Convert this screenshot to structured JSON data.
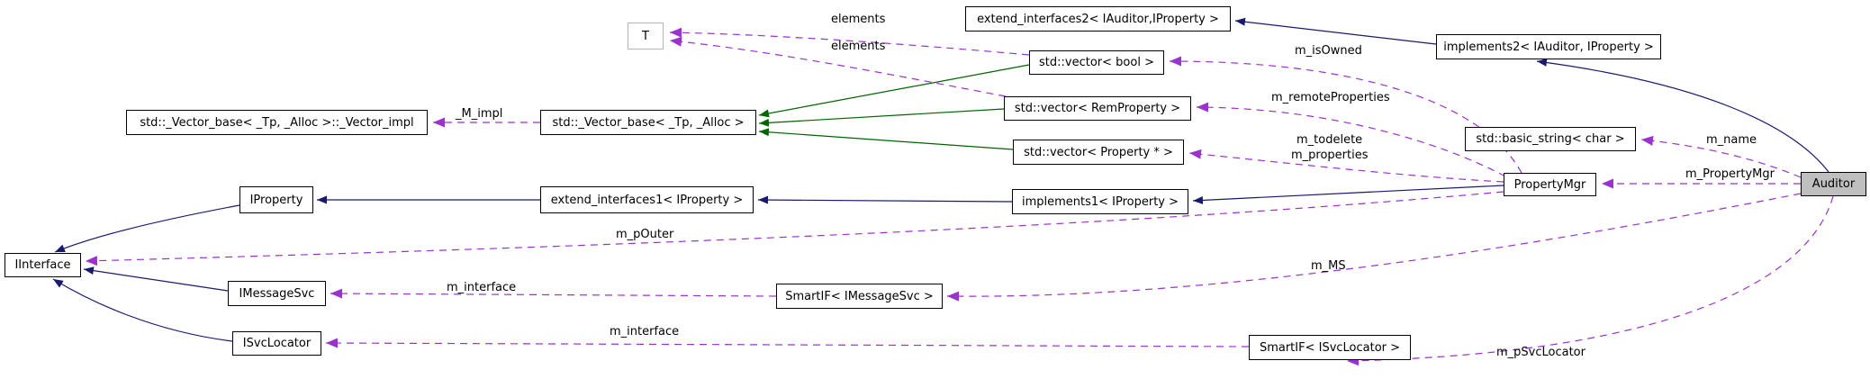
{
  "diagram": {
    "title": "Auditor collaboration diagram",
    "colors": {
      "inheritance": "#191970",
      "protected_inheritance": "#006400",
      "usage": "#9a32cd",
      "node_border": "#000000",
      "node_fill": "#ffffff",
      "current_node_fill": "#bfbfbf",
      "template_node_border": "#b4b4b4",
      "background": "#ffffff"
    },
    "nodes": {
      "t": {
        "label": "T"
      },
      "extend_interfaces2": {
        "label": "extend_interfaces2< IAuditor,IProperty >"
      },
      "implements2": {
        "label": "implements2< IAuditor, IProperty >"
      },
      "vector_bool": {
        "label": "std::vector< bool >"
      },
      "vector_base_impl": {
        "label": "std::_Vector_base< _Tp, _Alloc >::_Vector_impl"
      },
      "vector_base": {
        "label": "std::_Vector_base< _Tp, _Alloc >"
      },
      "vector_remproperty": {
        "label": "std::vector< RemProperty >"
      },
      "vector_property_ptr": {
        "label": "std::vector< Property * >"
      },
      "basic_string": {
        "label": "std::basic_string< char >"
      },
      "iproperty": {
        "label": "IProperty"
      },
      "extend_interfaces1": {
        "label": "extend_interfaces1< IProperty >"
      },
      "implements1": {
        "label": "implements1< IProperty >"
      },
      "propertymgr": {
        "label": "PropertyMgr"
      },
      "auditor": {
        "label": "Auditor"
      },
      "iinterface": {
        "label": "IInterface"
      },
      "imessagesvc": {
        "label": "IMessageSvc"
      },
      "smartif_imessagesvc": {
        "label": "SmartIF< IMessageSvc >"
      },
      "isvclocator": {
        "label": "ISvcLocator"
      },
      "smartif_isvclocator": {
        "label": "SmartIF< ISvcLocator >"
      }
    },
    "edge_labels": {
      "elements_bool": "elements",
      "elements_remproperty": "elements",
      "m_impl": "_M_impl",
      "m_isOwned": "m_isOwned",
      "m_remoteProperties": "m_remoteProperties",
      "m_todelete": "m_todelete",
      "m_properties": "m_properties",
      "m_name": "m_name",
      "m_PropertyMgr": "m_PropertyMgr",
      "m_pOuter": "m_pOuter",
      "m_MS": "m_MS",
      "m_interface_msg": "m_interface",
      "m_interface_svc": "m_interface",
      "m_pSvcLocator": "m_pSvcLocator"
    },
    "edges": [
      {
        "from": "implements2",
        "to": "extend_interfaces2",
        "type": "inheritance"
      },
      {
        "from": "auditor",
        "to": "implements2",
        "type": "inheritance"
      },
      {
        "from": "implements1",
        "to": "extend_interfaces1",
        "type": "inheritance"
      },
      {
        "from": "extend_interfaces1",
        "to": "iproperty",
        "type": "inheritance"
      },
      {
        "from": "propertymgr",
        "to": "implements1",
        "type": "inheritance"
      },
      {
        "from": "iproperty",
        "to": "iinterface",
        "type": "inheritance"
      },
      {
        "from": "imessagesvc",
        "to": "iinterface",
        "type": "inheritance"
      },
      {
        "from": "isvclocator",
        "to": "iinterface",
        "type": "inheritance"
      },
      {
        "from": "vector_bool",
        "to": "vector_base",
        "type": "protected_inheritance"
      },
      {
        "from": "vector_remproperty",
        "to": "vector_base",
        "type": "protected_inheritance"
      },
      {
        "from": "vector_property_ptr",
        "to": "vector_base",
        "type": "protected_inheritance"
      },
      {
        "from": "vector_bool",
        "to": "t",
        "type": "usage",
        "label": "elements"
      },
      {
        "from": "vector_remproperty",
        "to": "t",
        "type": "usage",
        "label": "elements"
      },
      {
        "from": "vector_base",
        "to": "vector_base_impl",
        "type": "usage",
        "label": "_M_impl"
      },
      {
        "from": "propertymgr",
        "to": "vector_bool",
        "type": "usage",
        "label": "m_isOwned"
      },
      {
        "from": "propertymgr",
        "to": "vector_remproperty",
        "type": "usage",
        "label": "m_remoteProperties"
      },
      {
        "from": "propertymgr",
        "to": "vector_property_ptr",
        "type": "usage",
        "label": "m_todelete m_properties"
      },
      {
        "from": "auditor",
        "to": "basic_string",
        "type": "usage",
        "label": "m_name"
      },
      {
        "from": "auditor",
        "to": "propertymgr",
        "type": "usage",
        "label": "m_PropertyMgr"
      },
      {
        "from": "propertymgr",
        "to": "iinterface",
        "type": "usage",
        "label": "m_pOuter"
      },
      {
        "from": "auditor",
        "to": "smartif_imessagesvc",
        "type": "usage",
        "label": "m_MS"
      },
      {
        "from": "smartif_imessagesvc",
        "to": "imessagesvc",
        "type": "usage",
        "label": "m_interface"
      },
      {
        "from": "smartif_isvclocator",
        "to": "isvclocator",
        "type": "usage",
        "label": "m_interface"
      },
      {
        "from": "auditor",
        "to": "smartif_isvclocator",
        "type": "usage",
        "label": "m_pSvcLocator"
      }
    ]
  }
}
